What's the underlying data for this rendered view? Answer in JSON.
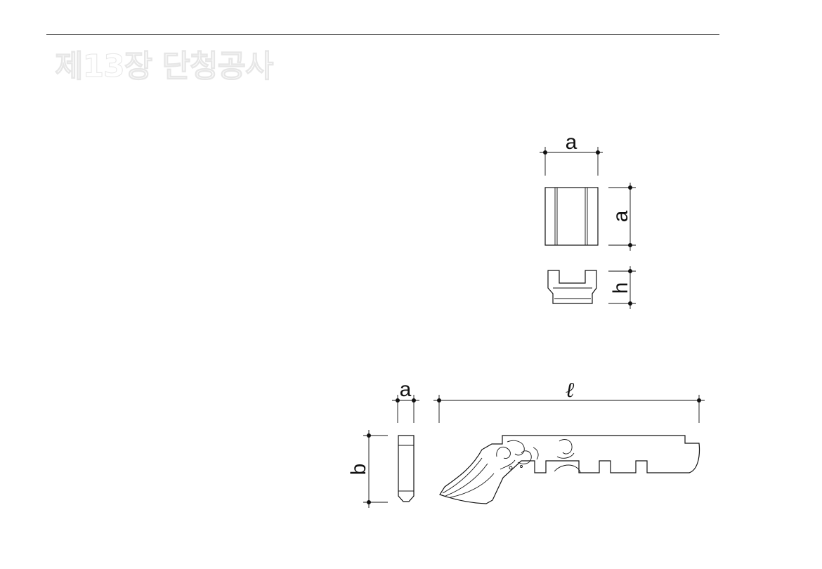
{
  "page": {
    "chapter_title": "제13장 단청공사"
  },
  "upper_figure": {
    "width_label": "a",
    "height_label": "a",
    "thickness_label": "h"
  },
  "lower_figure": {
    "width_label": "a",
    "height_label": "b",
    "length_label": "ℓ"
  }
}
